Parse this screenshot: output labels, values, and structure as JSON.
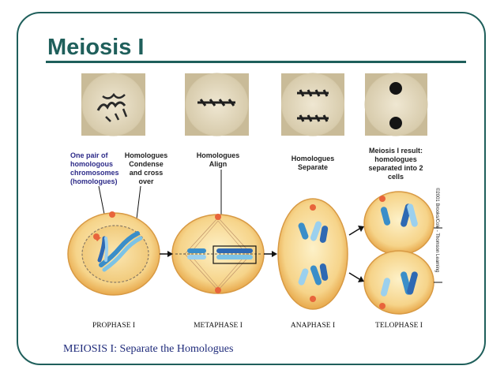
{
  "slide": {
    "title": "Meiosis I",
    "accent_color": "#1f5f5b"
  },
  "figure": {
    "labels": {
      "pair_line1": "One pair of",
      "pair_line2": "homologous",
      "pair_line3": "chromosomes",
      "pair_line4": "(homologues)",
      "condense_line1": "Homologues",
      "condense_line2": "Condense",
      "condense_line3": "and cross",
      "condense_line4": "over",
      "align_line1": "Homologues",
      "align_line2": "Align",
      "separate_line1": "Homologues",
      "separate_line2": "Separate",
      "result_line1": "Meiosis I result:",
      "result_line2": "homologues",
      "result_line3": "separated into 2",
      "result_line4": "cells"
    },
    "phases": [
      "PROPHASE I",
      "METAPHASE I",
      "ANAPHASE I",
      "TELOPHASE I"
    ],
    "credit": "©2001 Brooks/Cole - Thomson Learning",
    "caption": "MEIOSIS I: Separate the Homologues"
  }
}
